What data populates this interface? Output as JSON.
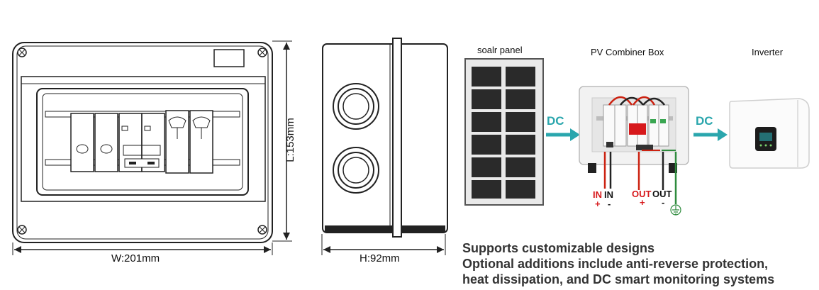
{
  "dimensions": {
    "width_label": "W:201mm",
    "height_label": "H:92mm",
    "length_label": "L:153mm"
  },
  "flow": {
    "solar_panel_label": "soalr panel",
    "combiner_label": "PV Combiner Box",
    "inverter_label": "Inverter",
    "dc_left": "DC",
    "dc_right": "DC"
  },
  "terminals": {
    "in_red": "IN",
    "in_black": "IN",
    "out_red": "OUT",
    "out_black": "OUT",
    "plus_in": "+",
    "minus_in": "-",
    "plus_out": "+",
    "minus_out": "-"
  },
  "description": {
    "line1": "Supports customizable designs",
    "line2": "Optional additions include anti-reverse protection,",
    "line3": "heat dissipation, and DC smart monitoring systems"
  },
  "colors": {
    "dc_arrow": "#2aa6ad",
    "red_label": "#d7191c",
    "ground_green": "#2e8b3d"
  }
}
